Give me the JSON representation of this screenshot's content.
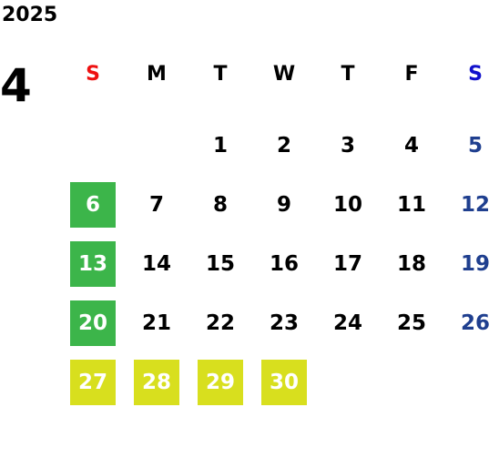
{
  "year": "2025",
  "month": "4",
  "weekdays": [
    "S",
    "M",
    "T",
    "W",
    "T",
    "F",
    "S"
  ],
  "colors": {
    "sunday_header": "#ee1111",
    "saturday_header": "#1111cc",
    "saturday_dates": "#1f3f8f",
    "holiday_green": "#3cb54a",
    "holiday_yellow": "#d8df1e"
  },
  "weeks": [
    [
      {
        "day": ""
      },
      {
        "day": ""
      },
      {
        "day": "1"
      },
      {
        "day": "2"
      },
      {
        "day": "3"
      },
      {
        "day": "4"
      },
      {
        "day": "5"
      }
    ],
    [
      {
        "day": "6",
        "highlight": "green"
      },
      {
        "day": "7"
      },
      {
        "day": "8"
      },
      {
        "day": "9"
      },
      {
        "day": "10"
      },
      {
        "day": "11"
      },
      {
        "day": "12"
      }
    ],
    [
      {
        "day": "13",
        "highlight": "green"
      },
      {
        "day": "14"
      },
      {
        "day": "15"
      },
      {
        "day": "16"
      },
      {
        "day": "17"
      },
      {
        "day": "18"
      },
      {
        "day": "19"
      }
    ],
    [
      {
        "day": "20",
        "highlight": "green"
      },
      {
        "day": "21"
      },
      {
        "day": "22"
      },
      {
        "day": "23"
      },
      {
        "day": "24"
      },
      {
        "day": "25"
      },
      {
        "day": "26"
      }
    ],
    [
      {
        "day": "27",
        "highlight": "yellow"
      },
      {
        "day": "28",
        "highlight": "yellow"
      },
      {
        "day": "29",
        "highlight": "yellow"
      },
      {
        "day": "30",
        "highlight": "yellow"
      },
      {
        "day": ""
      },
      {
        "day": ""
      },
      {
        "day": ""
      }
    ]
  ]
}
